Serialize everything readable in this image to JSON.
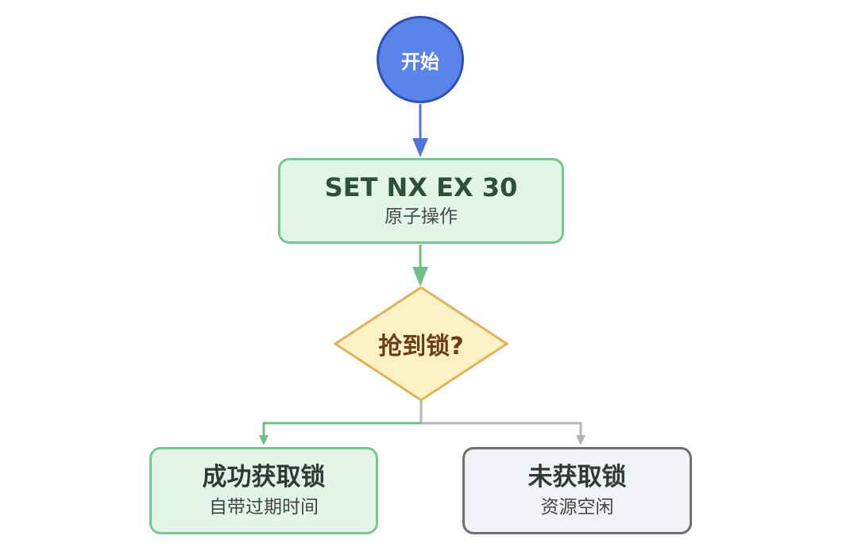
{
  "start": {
    "label": "开始"
  },
  "process": {
    "title": "SET NX EX 30",
    "subtitle": "原子操作"
  },
  "decision": {
    "label": "抢到锁?"
  },
  "success": {
    "title": "成功获取锁",
    "subtitle": "自带过期时间"
  },
  "fail": {
    "title": "未获取锁",
    "subtitle": "资源空闲"
  },
  "colors": {
    "start_fill": "#5b84ea",
    "start_stroke": "#2f4fb8",
    "green_fill": "#e1f6e6",
    "green_stroke": "#78c592",
    "decision_fill": "#fdf1c6",
    "decision_stroke": "#e3b15a",
    "gray_fill": "#f1f2f5",
    "gray_stroke": "#6d6f73",
    "edge_blue": "#4f73df",
    "edge_green": "#6fbf88",
    "edge_gray": "#b5b5b5"
  }
}
